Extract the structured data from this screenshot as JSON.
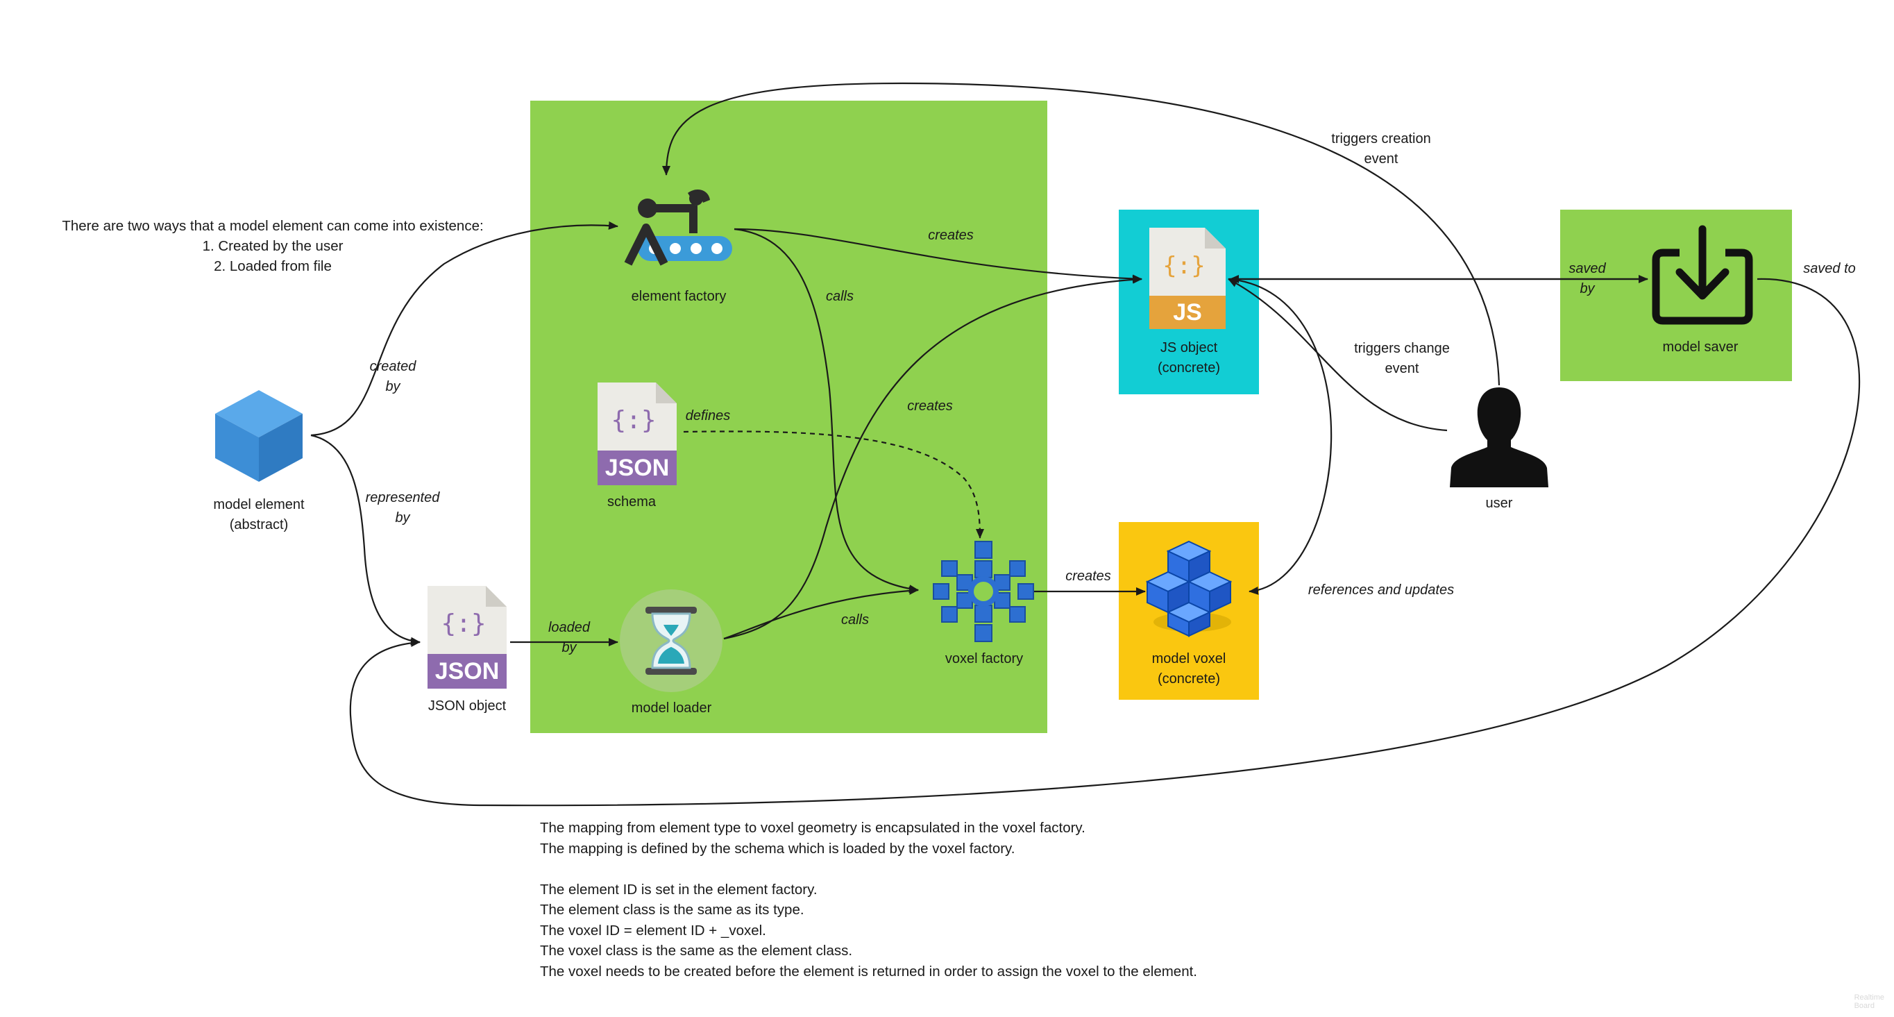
{
  "colors": {
    "green_region": "#8fd14f",
    "teal_region": "#12cdd4",
    "yellow_region": "#fac710",
    "json_purple": "#8e6bae",
    "js_orange": "#e5a33c",
    "cube_blue": "#3d8ed6",
    "arrow": "#1a1a1a"
  },
  "notes": {
    "intro": [
      "There are two ways that a model element can come into existence:",
      "1. Created by the user",
      "2. Loaded from file"
    ],
    "bottom": [
      "The mapping from element type to voxel geometry is encapsulated in the voxel factory.",
      "The mapping is defined by the schema which is loaded by the voxel factory.",
      "",
      "The element ID is set in the element factory.",
      "The element class is the same as its type.",
      "The voxel ID = element ID + _voxel.",
      "The voxel class is the same as the element class.",
      "The voxel needs to be created before the element is returned in order to assign the voxel to the element."
    ]
  },
  "nodes": {
    "model_element": {
      "label": "model element\n(abstract)",
      "icon": "cube-icon"
    },
    "json_object": {
      "label": "JSON object",
      "icon": "json-file-icon",
      "badge": "JSON"
    },
    "element_factory": {
      "label": "element factory",
      "icon": "robot-arm-conveyor-icon"
    },
    "schema": {
      "label": "schema",
      "icon": "json-file-icon",
      "badge": "JSON"
    },
    "model_loader": {
      "label": "model loader",
      "icon": "hourglass-icon"
    },
    "voxel_factory": {
      "label": "voxel factory",
      "icon": "snowflake-cubes-icon"
    },
    "js_object": {
      "label": "JS object\n(concrete)",
      "icon": "js-file-icon",
      "badge": "JS"
    },
    "model_voxel": {
      "label": "model voxel\n(concrete)",
      "icon": "voxel-cubes-icon"
    },
    "user": {
      "label": "user",
      "icon": "user-silhouette-icon"
    },
    "model_saver": {
      "label": "model saver",
      "icon": "download-icon"
    }
  },
  "edges": {
    "created_by": "created\nby",
    "represented_by": "represented\nby",
    "loaded_by": "loaded\nby",
    "creates_js": "creates",
    "calls_element": "calls",
    "defines": "defines",
    "creates_loader": "creates",
    "calls_loader": "calls",
    "creates_voxel": "creates",
    "triggers_creation": "triggers creation\nevent",
    "triggers_change": "triggers change\nevent",
    "references_updates": "references and updates",
    "saved_by": "saved\nby",
    "saved_to": "saved to"
  },
  "watermark": "Realtime\nBoard"
}
